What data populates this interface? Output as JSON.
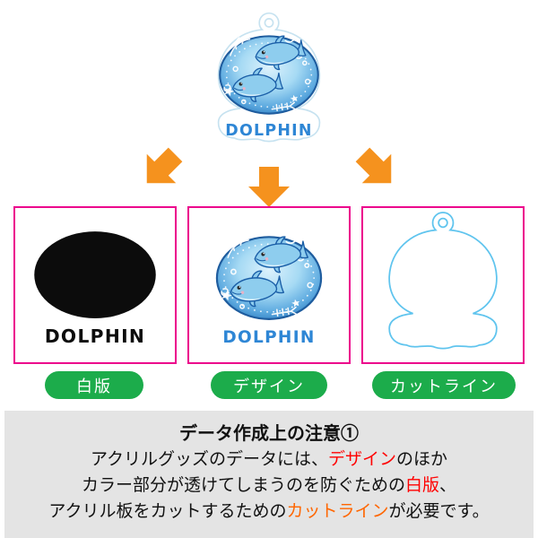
{
  "charm": {
    "title": "DOLPHIN"
  },
  "layers": {
    "white_plate": {
      "label": "白版"
    },
    "design": {
      "label": "デザイン"
    },
    "cut_line": {
      "label": "カットライン"
    }
  },
  "notice": {
    "title": "データ作成上の注意①",
    "line1": {
      "pre": "アクリルグッズのデータには、",
      "highlight": "デザイン",
      "post": "のほか"
    },
    "line2": {
      "pre": "カラー部分が透けてしまうのを防ぐための",
      "highlight": "白版",
      "post": "、"
    },
    "line3": {
      "pre": "アクリル板をカットするための",
      "highlight": "カットライン",
      "post": "が必要です。"
    }
  },
  "colors": {
    "box_border": "#EC008C",
    "arrow_orange": "#F5921E",
    "label_green": "#1CAC4B",
    "highlight_red": "#FF0000",
    "highlight_orange": "#FF6600",
    "cutline_blue": "#5FC4EE",
    "design_blue": "#2E86D5"
  }
}
